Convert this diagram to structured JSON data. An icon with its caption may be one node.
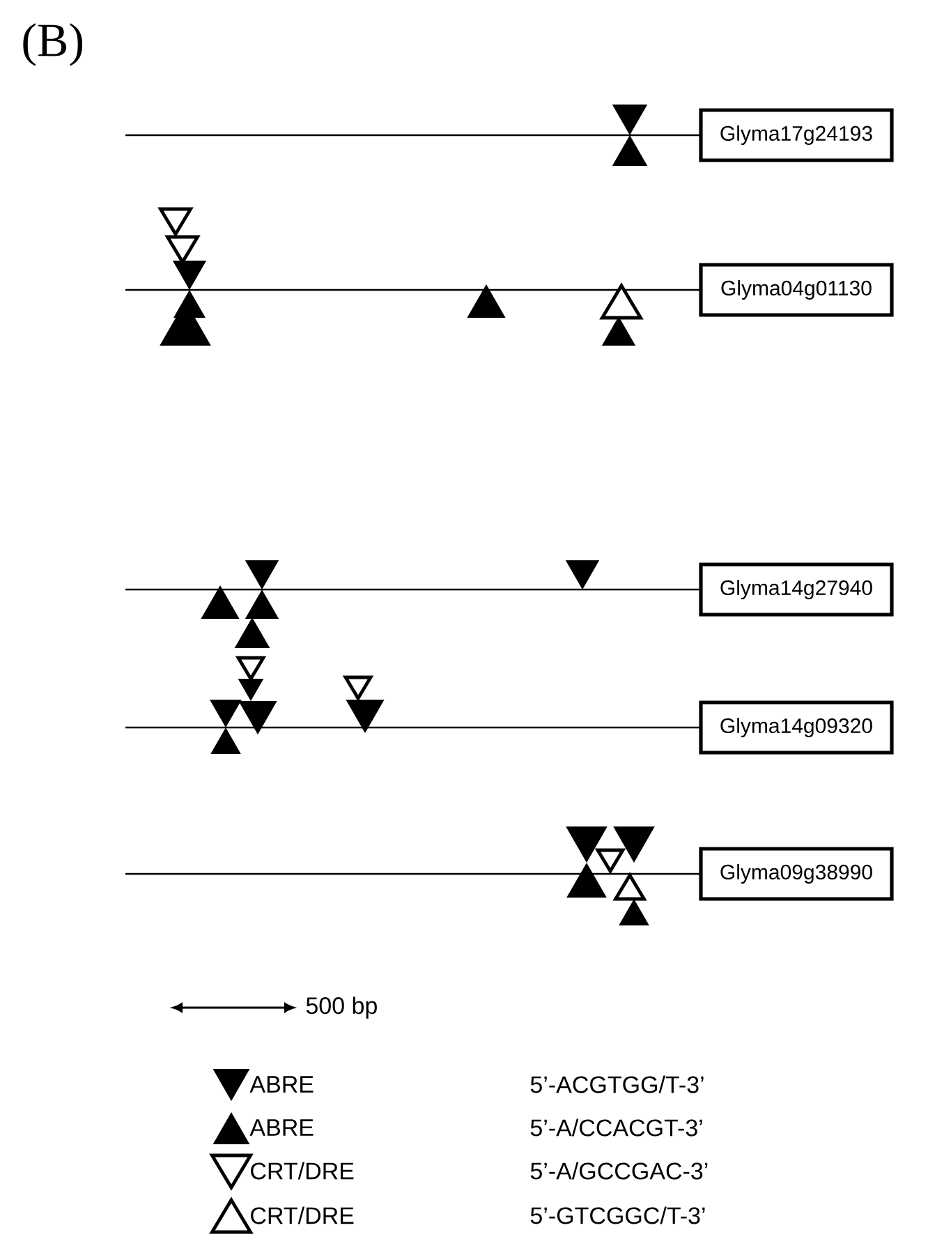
{
  "diagram": {
    "nodes": [
      {
        "text": [
          "Glyma17g24193"
        ]
      },
      {
        "text": [
          "Glyma04g01130"
        ]
      },
      {
        "text": [
          "Glyma14g27940"
        ]
      },
      {
        "text": [
          "Glyma14g09320"
        ]
      },
      {
        "text": [
          "Glyma09g38990"
        ]
      }
    ],
    "labels": [
      "(B)",
      "500 bp",
      "5’-ACGTGG/T-3’",
      "5’-A/CCACGT-3’",
      "5’-A/GCCGAC-3’",
      "5’-GTCGGC/T-3’"
    ],
    "legend": [
      {
        "text": "ABRE"
      },
      {
        "text": "ABRE"
      },
      {
        "text": "CRT/DRE"
      },
      {
        "text": "CRT/DRE"
      }
    ]
  }
}
